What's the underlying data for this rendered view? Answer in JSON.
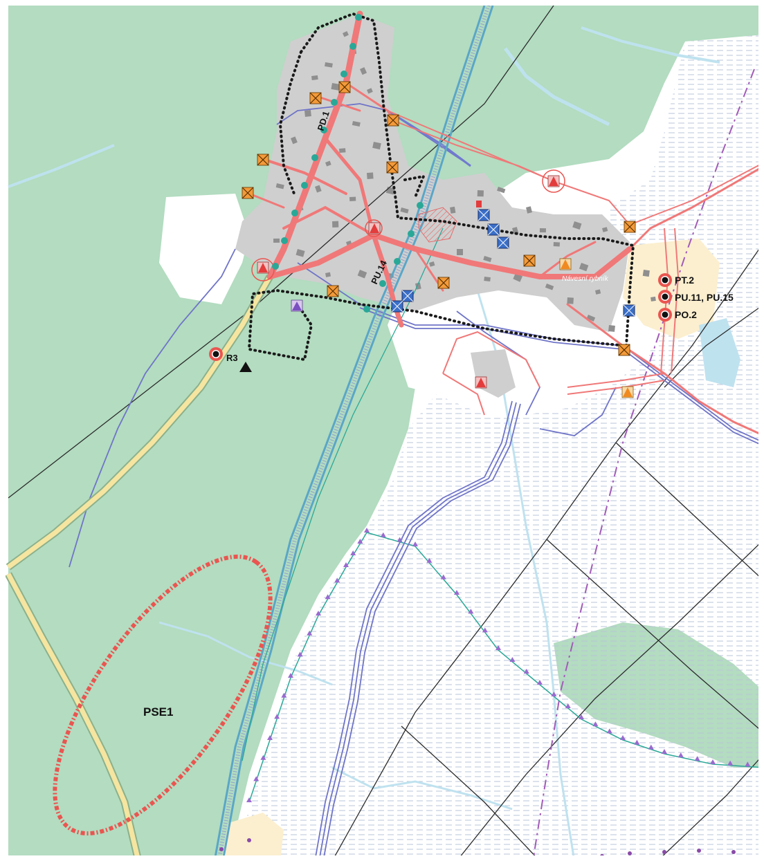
{
  "map": {
    "labels": {
      "pd1": "PD.1",
      "pu14": "PU.14",
      "r3": "R3",
      "pse1": "PSE1",
      "navesni": "Návesní rybník",
      "pt2": "PT.2",
      "pu11_15": "PU.11, PU.15",
      "po2": "PO.2"
    },
    "colors": {
      "forest": "#b3dcc0",
      "open_land": "#ffffff",
      "built_up": "#cfcfcf",
      "building": "#8f8f8f",
      "water": "#bfe2ef",
      "highlight": "#fbefcf",
      "road_main": "#f07878",
      "road_major": "#e3b44d",
      "utility_blue": "#6f74c8",
      "cadastral": "#2b2b2b",
      "boundary_dots": "#1a1a1a",
      "teal_marker": "#2aa897",
      "buffer_red": "#ea5550",
      "symbol_orange": "#f39a3a",
      "symbol_blue": "#3a6fc9"
    },
    "icons": [
      "valve-orange-icon",
      "valve-blue-icon",
      "triangle-red-icon",
      "triangle-orange-icon",
      "triangle-purple-icon",
      "triangle-black-icon",
      "target-red-icon",
      "teal-dot-icon"
    ]
  }
}
